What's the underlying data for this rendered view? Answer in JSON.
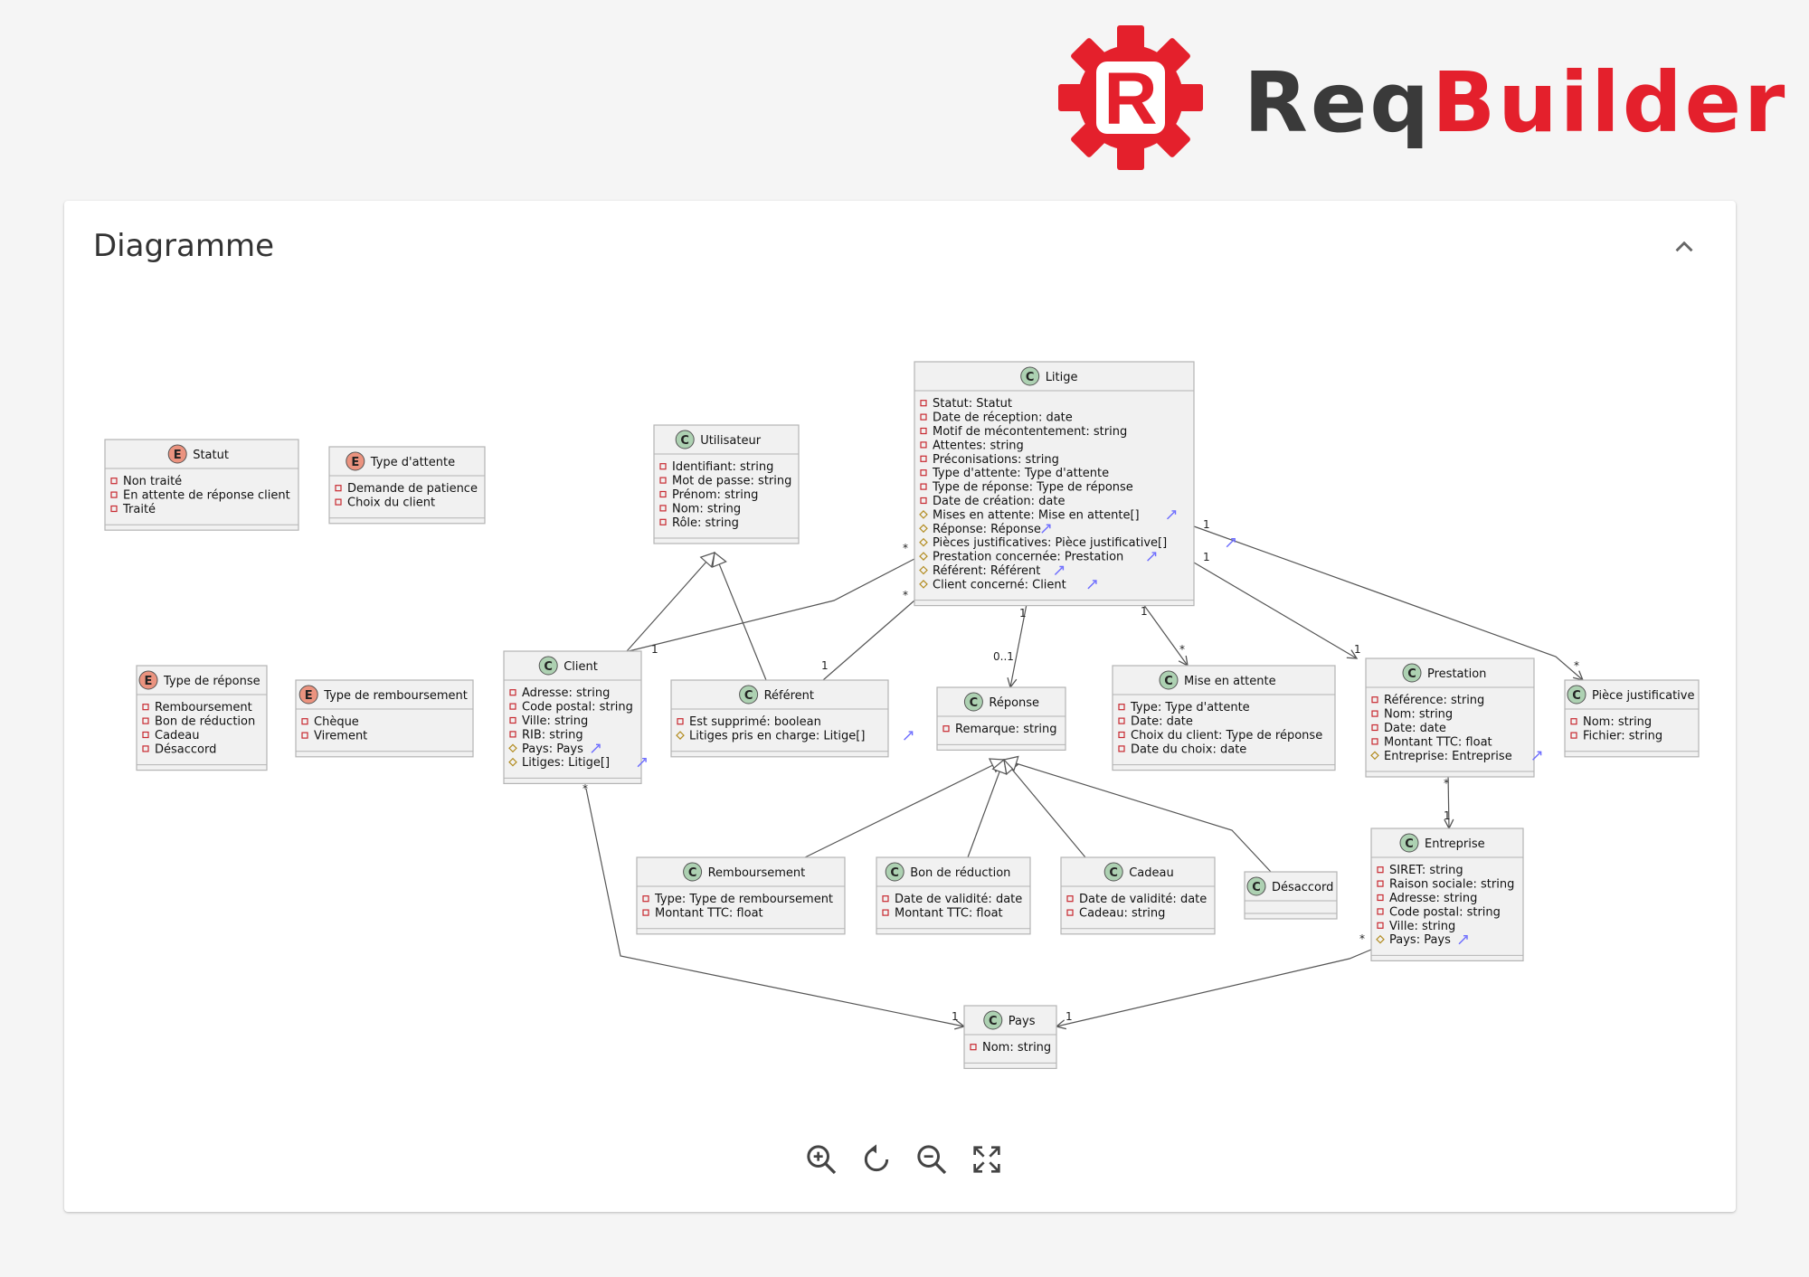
{
  "logo": {
    "word_a": "Req",
    "word_b": "Builder",
    "gear_letter": "R",
    "brand_color": "#e4202c",
    "dark_color": "#3a3a3a"
  },
  "card": {
    "title": "Diagramme"
  },
  "toolbar": {
    "icons": [
      "zoom-in-icon",
      "reset-icon",
      "zoom-out-icon",
      "fullscreen-icon"
    ]
  },
  "colors": {
    "class_badge": "#add1b2",
    "enum_badge": "#eb937f",
    "box_fill": "#f1f1f1",
    "box_border": "#b4b4b4",
    "private_marker": "#c82930",
    "protected_marker": "#b38d22",
    "link_icon": "#6b6bff"
  },
  "diagram": {
    "classes": [
      {
        "id": "statut",
        "stereo": "E",
        "name": "Statut",
        "fields": [
          {
            "v": "private",
            "t": "Non traité"
          },
          {
            "v": "private",
            "t": "En attente de réponse client"
          },
          {
            "v": "private",
            "t": "Traité"
          }
        ]
      },
      {
        "id": "type-attente",
        "stereo": "E",
        "name": "Type d'attente",
        "fields": [
          {
            "v": "private",
            "t": "Demande de patience"
          },
          {
            "v": "private",
            "t": "Choix du client"
          }
        ]
      },
      {
        "id": "utilisateur",
        "stereo": "C",
        "name": "Utilisateur",
        "fields": [
          {
            "v": "private",
            "t": "Identifiant: string"
          },
          {
            "v": "private",
            "t": "Mot de passe: string"
          },
          {
            "v": "private",
            "t": "Prénom: string"
          },
          {
            "v": "private",
            "t": "Nom: string"
          },
          {
            "v": "private",
            "t": "Rôle: string"
          }
        ]
      },
      {
        "id": "litige",
        "stereo": "C",
        "name": "Litige",
        "fields": [
          {
            "v": "private",
            "t": "Statut: Statut"
          },
          {
            "v": "private",
            "t": "Date de réception: date"
          },
          {
            "v": "private",
            "t": "Motif de mécontentement: string"
          },
          {
            "v": "private",
            "t": "Attentes: string"
          },
          {
            "v": "private",
            "t": "Préconisations: string"
          },
          {
            "v": "private",
            "t": "Type d'attente: Type d'attente"
          },
          {
            "v": "private",
            "t": "Type de réponse: Type de réponse"
          },
          {
            "v": "private",
            "t": "Date de création: date"
          },
          {
            "v": "protected",
            "t": "Mises en attente: Mise en attente[]",
            "link": true
          },
          {
            "v": "protected",
            "t": "Réponse: Réponse",
            "link": true
          },
          {
            "v": "protected",
            "t": "Pièces justificatives: Pièce justificative[]",
            "link": true
          },
          {
            "v": "protected",
            "t": "Prestation concernée: Prestation",
            "link": true
          },
          {
            "v": "protected",
            "t": "Référent: Référent",
            "link": true
          },
          {
            "v": "protected",
            "t": "Client concerné: Client",
            "link": true
          }
        ]
      },
      {
        "id": "type-reponse",
        "stereo": "E",
        "name": "Type de réponse",
        "fields": [
          {
            "v": "private",
            "t": "Remboursement"
          },
          {
            "v": "private",
            "t": "Bon de réduction"
          },
          {
            "v": "private",
            "t": "Cadeau"
          },
          {
            "v": "private",
            "t": "Désaccord"
          }
        ]
      },
      {
        "id": "type-remboursement",
        "stereo": "E",
        "name": "Type de remboursement",
        "fields": [
          {
            "v": "private",
            "t": "Chèque"
          },
          {
            "v": "private",
            "t": "Virement"
          }
        ]
      },
      {
        "id": "client",
        "stereo": "C",
        "name": "Client",
        "fields": [
          {
            "v": "private",
            "t": "Adresse: string"
          },
          {
            "v": "private",
            "t": "Code postal: string"
          },
          {
            "v": "private",
            "t": "Ville: string"
          },
          {
            "v": "private",
            "t": "RIB: string"
          },
          {
            "v": "protected",
            "t": "Pays: Pays",
            "link": true
          },
          {
            "v": "protected",
            "t": "Litiges: Litige[]",
            "link": true
          }
        ]
      },
      {
        "id": "referent",
        "stereo": "C",
        "name": "Référent",
        "fields": [
          {
            "v": "private",
            "t": "Est supprimé: boolean"
          },
          {
            "v": "protected",
            "t": "Litiges pris en charge: Litige[]",
            "link": true
          }
        ]
      },
      {
        "id": "reponse",
        "stereo": "C",
        "name": "Réponse",
        "fields": [
          {
            "v": "private",
            "t": "Remarque: string"
          }
        ]
      },
      {
        "id": "mise-en-attente",
        "stereo": "C",
        "name": "Mise en attente",
        "fields": [
          {
            "v": "private",
            "t": "Type: Type d'attente"
          },
          {
            "v": "private",
            "t": "Date: date"
          },
          {
            "v": "private",
            "t": "Choix du client: Type de réponse"
          },
          {
            "v": "private",
            "t": "Date du choix: date"
          }
        ]
      },
      {
        "id": "prestation",
        "stereo": "C",
        "name": "Prestation",
        "fields": [
          {
            "v": "private",
            "t": "Référence: string"
          },
          {
            "v": "private",
            "t": "Nom: string"
          },
          {
            "v": "private",
            "t": "Date: date"
          },
          {
            "v": "private",
            "t": "Montant TTC: float"
          },
          {
            "v": "protected",
            "t": "Entreprise: Entreprise",
            "link": true
          }
        ]
      },
      {
        "id": "piece-justificative",
        "stereo": "C",
        "name": "Pièce justificative",
        "fields": [
          {
            "v": "private",
            "t": "Nom: string"
          },
          {
            "v": "private",
            "t": "Fichier: string"
          }
        ]
      },
      {
        "id": "remboursement",
        "stereo": "C",
        "name": "Remboursement",
        "fields": [
          {
            "v": "private",
            "t": "Type: Type de remboursement"
          },
          {
            "v": "private",
            "t": "Montant TTC: float"
          }
        ]
      },
      {
        "id": "bon-reduction",
        "stereo": "C",
        "name": "Bon de réduction",
        "fields": [
          {
            "v": "private",
            "t": "Date de validité: date"
          },
          {
            "v": "private",
            "t": "Montant TTC: float"
          }
        ]
      },
      {
        "id": "cadeau",
        "stereo": "C",
        "name": "Cadeau",
        "fields": [
          {
            "v": "private",
            "t": "Date de validité: date"
          },
          {
            "v": "private",
            "t": "Cadeau: string"
          }
        ]
      },
      {
        "id": "desaccord",
        "stereo": "C",
        "name": "Désaccord",
        "fields": []
      },
      {
        "id": "entreprise",
        "stereo": "C",
        "name": "Entreprise",
        "fields": [
          {
            "v": "private",
            "t": "SIRET: string"
          },
          {
            "v": "private",
            "t": "Raison sociale: string"
          },
          {
            "v": "private",
            "t": "Adresse: string"
          },
          {
            "v": "private",
            "t": "Code postal: string"
          },
          {
            "v": "private",
            "t": "Ville: string"
          },
          {
            "v": "protected",
            "t": "Pays: Pays",
            "link": true
          }
        ]
      },
      {
        "id": "pays",
        "stereo": "C",
        "name": "Pays",
        "fields": [
          {
            "v": "private",
            "t": "Nom: string"
          }
        ]
      }
    ],
    "links": [
      {
        "from": "client",
        "to": "utilisateur",
        "kind": "inherit"
      },
      {
        "from": "referent",
        "to": "utilisateur",
        "kind": "inherit"
      },
      {
        "from": "remboursement",
        "to": "reponse",
        "kind": "inherit"
      },
      {
        "from": "bon-reduction",
        "to": "reponse",
        "kind": "inherit"
      },
      {
        "from": "cadeau",
        "to": "reponse",
        "kind": "inherit"
      },
      {
        "from": "desaccord",
        "to": "reponse",
        "kind": "inherit"
      },
      {
        "from": "litige",
        "to": "client",
        "kind": "assoc",
        "label_from": "*",
        "label_to": "1"
      },
      {
        "from": "litige",
        "to": "referent",
        "kind": "assoc",
        "label_from": "*",
        "label_to": "1"
      },
      {
        "from": "litige",
        "to": "reponse",
        "kind": "arrow",
        "label_from": "1",
        "label_to": "0..1"
      },
      {
        "from": "litige",
        "to": "mise-en-attente",
        "kind": "arrow",
        "label_from": "1",
        "label_to": "*"
      },
      {
        "from": "litige",
        "to": "prestation",
        "kind": "arrow",
        "label_from": "1",
        "label_to": "1"
      },
      {
        "from": "litige",
        "to": "piece-justificative",
        "kind": "arrow",
        "label_from": "1",
        "label_to": "*"
      },
      {
        "from": "prestation",
        "to": "entreprise",
        "kind": "arrow",
        "label_from": "*",
        "label_to": "1"
      },
      {
        "from": "client",
        "to": "pays",
        "kind": "arrow",
        "label_from": "*",
        "label_to": "1"
      },
      {
        "from": "entreprise",
        "to": "pays",
        "kind": "arrow",
        "label_from": "*",
        "label_to": "1"
      }
    ]
  }
}
